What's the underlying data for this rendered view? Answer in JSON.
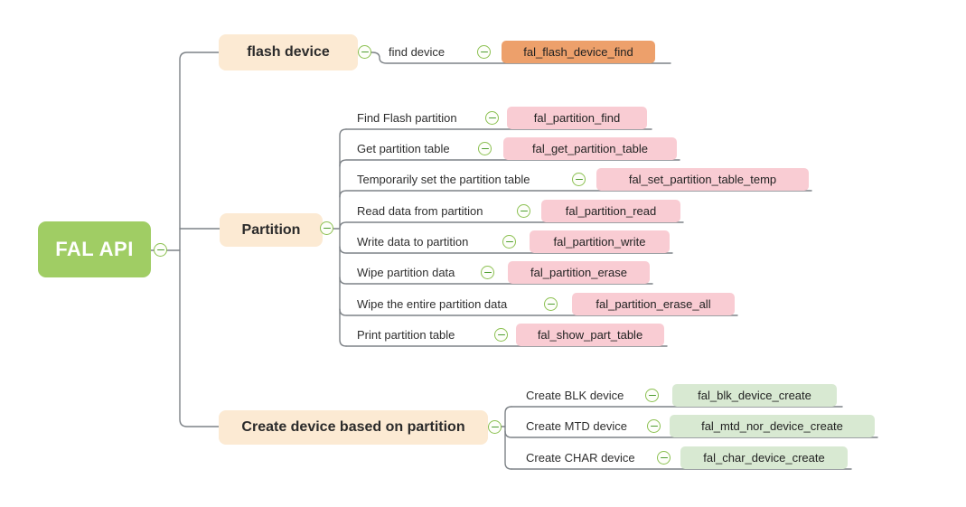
{
  "root": {
    "label": "FAL API"
  },
  "branches": [
    {
      "label": "flash device",
      "children": [
        {
          "label": "find device",
          "code": "fal_flash_device_find"
        }
      ]
    },
    {
      "label": "Partition",
      "children": [
        {
          "label": "Find Flash partition",
          "code": "fal_partition_find"
        },
        {
          "label": "Get partition table",
          "code": "fal_get_partition_table"
        },
        {
          "label": "Temporarily set the partition table",
          "code": "fal_set_partition_table_temp"
        },
        {
          "label": "Read data from partition",
          "code": "fal_partition_read"
        },
        {
          "label": "Write data to partition",
          "code": "fal_partition_write"
        },
        {
          "label": "Wipe partition data",
          "code": "fal_partition_erase"
        },
        {
          "label": "Wipe the entire partition data",
          "code": "fal_partition_erase_all"
        },
        {
          "label": "Print partition table",
          "code": "fal_show_part_table"
        }
      ]
    },
    {
      "label": "Create device based on partition",
      "children": [
        {
          "label": "Create BLK device",
          "code": "fal_blk_device_create"
        },
        {
          "label": "Create MTD device",
          "code": "fal_mtd_nor_device_create"
        },
        {
          "label": "Create CHAR device",
          "code": "fal_char_device_create"
        }
      ]
    }
  ],
  "icons": {
    "collapse": "minus-circle"
  },
  "colors": {
    "root-bg": "#a0cd64",
    "branch-bg": "#fcead3",
    "code-orange": "#eda06b",
    "code-pink": "#f9ccd3",
    "code-green": "#d8e9d2",
    "line": "#7d8287",
    "icon-border": "#8cc152",
    "icon-minus": "#4e9e31"
  }
}
